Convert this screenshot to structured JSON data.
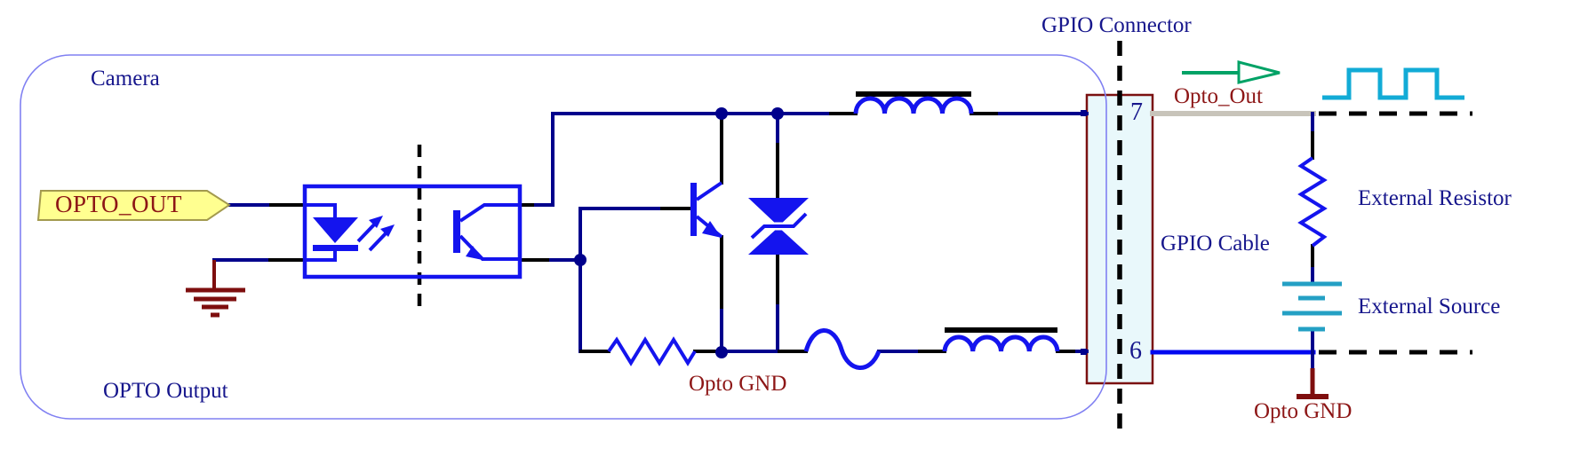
{
  "camera": {
    "label": "Camera",
    "output_label": "OPTO Output"
  },
  "port": {
    "label": "OPTO_OUT"
  },
  "internal_ground": {
    "label": "Opto GND"
  },
  "connector": {
    "title": "GPIO Connector",
    "pin_top": "7",
    "pin_bottom": "6"
  },
  "cable": {
    "label": "GPIO Cable"
  },
  "signal": {
    "label": "Opto_Out"
  },
  "external": {
    "resistor_label": "External Resistor",
    "source_label": "External Source",
    "ground_label": "Opto GND"
  },
  "colors": {
    "component_blue": "#1414EE",
    "wire_navy": "#00008C",
    "wire_black": "#000000",
    "pin7_wire_gray": "#C8C4BA",
    "pin6_wire_blue": "#0008F0",
    "text_navy": "#16168C",
    "text_maroon": "#8D1616",
    "flag_fill": "#FFFF90",
    "flag_border": "#A39A4E",
    "connector_fill": "#E9F8FB",
    "connector_border": "#7B1111",
    "camera_border": "#8080F2",
    "battery_cyan": "#24A0C4",
    "wave_cyan": "#12ABD6",
    "arrow_green": "#00A266",
    "ground_maroon": "#7E0E0E"
  }
}
